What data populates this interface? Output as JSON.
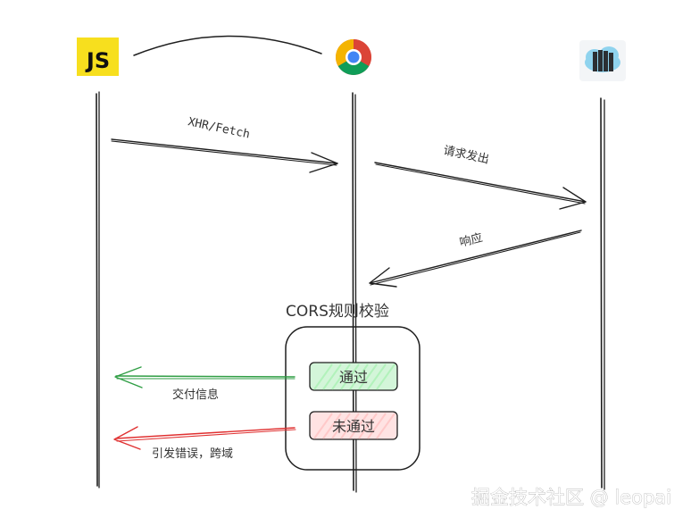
{
  "participants": {
    "js_label": "JS",
    "browser_icon": "chrome-icon",
    "server_icon": "server-cloud-icon"
  },
  "messages": {
    "request_api": "XHR/Fetch",
    "request_sent": "请求发出",
    "response": "响应"
  },
  "cors": {
    "title": "CORS规则校验",
    "pass": "通过",
    "fail": "未通过"
  },
  "outcomes": {
    "pass_result": "交付信息",
    "fail_result": "引发错误，跨域"
  },
  "watermark": "掘金技术社区 @ leopai",
  "colors": {
    "ink": "#1e1e1e",
    "pass": "#2f9e44",
    "fail": "#e03131",
    "pass_fill": "#b2f2bb",
    "fail_fill": "#ffc9c9",
    "js_bg": "#f7df1e",
    "watermark": "#ffffff"
  }
}
